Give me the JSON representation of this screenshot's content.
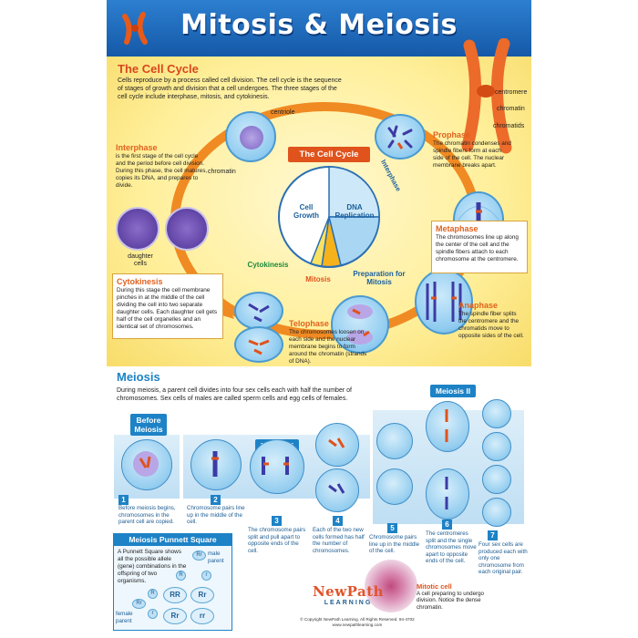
{
  "header": {
    "title": "Mitosis & Meiosis"
  },
  "cell_cycle": {
    "heading": "The Cell Cycle",
    "intro": "Cells reproduce by a process called cell division. The cell cycle is the sequence of stages of growth and division that a cell undergoes. The three stages of the cell cycle include interphase, mitosis, and cytokinesis.",
    "diagram_title": "The Cell Cycle",
    "pie": {
      "cell_growth": "Cell Growth",
      "dna_replication": "DNA Replication",
      "preparation": "Preparation for Mitosis",
      "interphase": "Interphase",
      "cytokinesis": "Cytokinesis",
      "mitosis": "Mitosis"
    },
    "labels": {
      "centriole": "centriole",
      "chromatin": "chromatin",
      "daughter_cells": "daughter cells",
      "centromere": "centromere",
      "chromatin_right": "chromatin",
      "chromatids": "chromatids"
    },
    "boxes": {
      "interphase": {
        "title": "Interphase",
        "text": "is the first stage of the cell cycle and the period before cell division. During this phase, the cell matures, copies its DNA, and prepares to divide."
      },
      "prophase": {
        "title": "Prophase",
        "text": "The chromatin condenses and spindle fibers form at each side of the cell. The nuclear membrane breaks apart."
      },
      "metaphase": {
        "title": "Metaphase",
        "text": "The chromosomes line up along the center of the cell and the spindle fibers attach to each chromosome at the centromere."
      },
      "anaphase": {
        "title": "Anaphase",
        "text": "The spindle fiber splits the centromere and the chromatids move to opposite sides of the cell."
      },
      "telophase": {
        "title": "Telophase",
        "text": "The chromosomes loosen on each side and the nuclear membrane begins to form around the chromatin (strands of DNA)."
      },
      "cytokinesis": {
        "title": "Cytokinesis",
        "text": "During this stage the cell membrane pinches in at the middle of the cell dividing the cell into two separate daughter cells. Each daughter cell gets half of the cell organelles and an identical set of chromosomes."
      }
    }
  },
  "meiosis": {
    "heading": "Meiosis",
    "intro": "During meiosis, a parent cell divides into four sex cells each with half the number of chromosomes. Sex cells of males are called sperm cells and egg cells of females.",
    "tags": {
      "before": "Before Meiosis",
      "meiosis1": "Meiosis I",
      "meiosis2": "Meiosis II"
    },
    "steps": [
      {
        "num": "1",
        "text": "Before meiosis begins, chromosomes in the parent cell are copied."
      },
      {
        "num": "2",
        "text": "Chromosome pairs line up in the middle of the cell."
      },
      {
        "num": "3",
        "text": "The chromosome pairs split and pull apart to opposite ends of the cell."
      },
      {
        "num": "4",
        "text": "Each of the two new cells formed has half the number of chromosomes."
      },
      {
        "num": "5",
        "text": "Chromosome pairs line up in the middle of the cell."
      },
      {
        "num": "6",
        "text": "The centromeres split and the single chromosomes move apart to opposite ends of the cell."
      },
      {
        "num": "7",
        "text": "Four sex cells are produced each with only one chromosome from each original pair."
      }
    ],
    "punnett": {
      "heading": "Meiosis Punnett Square",
      "text": "A Punnett Square shows all the possible allele (gene) combinations in the offspring of two organisms.",
      "male": "male parent",
      "female": "female parent",
      "male_gene": "Rr",
      "female_gene": "Rr",
      "allele_top_1": "R",
      "allele_top_2": "r",
      "allele_side_1": "R",
      "allele_side_2": "r",
      "cells": [
        "RR",
        "Rr",
        "Rr",
        "rr"
      ]
    },
    "mitotic": {
      "title": "Mitotic cell",
      "text": "A cell preparing to undergo division. Notice the dense chromatin."
    }
  },
  "footer": {
    "brand_top": "NewPath",
    "brand_bottom": "LEARNING",
    "copyright": "© Copyright NewPath Learning. All Rights Reserved. 94-4702",
    "url": "www.newpathlearning.com"
  },
  "colors": {
    "header": "#1f6cbf",
    "accent": "#e0531c",
    "meiosis_blue": "#1d82c6"
  }
}
